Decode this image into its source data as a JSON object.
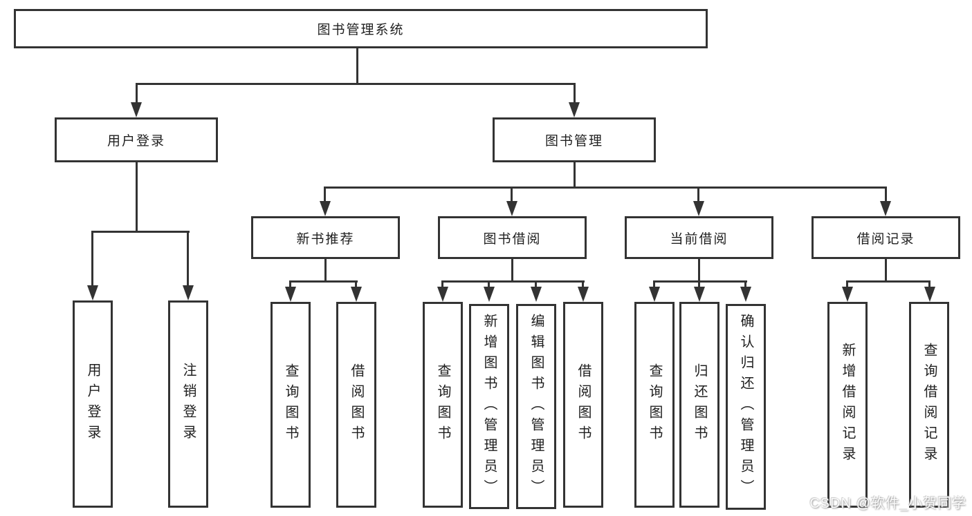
{
  "diagram": {
    "title": "图书管理系统",
    "nodes": {
      "root": "图书管理系统",
      "user_login": "用户登录",
      "book_management": "图书管理",
      "new_book_recommend": "新书推荐",
      "book_borrow": "图书借阅",
      "current_borrow": "当前借阅",
      "borrow_record": "借阅记录",
      "leaf_user_login": "用户登录",
      "leaf_logout": "注销登录",
      "leaf_query_book_1": "查询图书",
      "leaf_borrow_book_1": "借阅图书",
      "leaf_query_book_2": "查询图书",
      "leaf_add_book": "新增图书（管理员）",
      "leaf_edit_book": "编辑图书（管理员）",
      "leaf_borrow_book_2": "借阅图书",
      "leaf_query_book_3": "查询图书",
      "leaf_return_book": "归还图书",
      "leaf_confirm_return": "确认归还（管理员）",
      "leaf_add_borrow_record": "新增借阅记录",
      "leaf_query_borrow_record": "查询借阅记录"
    }
  },
  "watermark": "CSDN @软件_小贺同学",
  "colors": {
    "line": "#333333",
    "text": "#1f1f1f",
    "background": "#ffffff",
    "watermark_text": "#fbfbfb"
  }
}
